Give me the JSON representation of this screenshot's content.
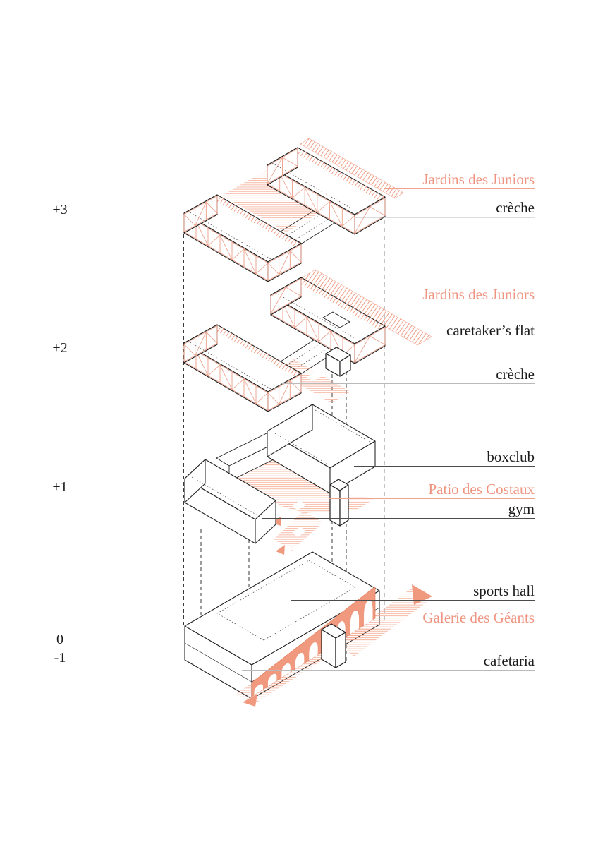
{
  "levels": [
    {
      "label": "+3"
    },
    {
      "label": "+2"
    },
    {
      "label": "+1"
    },
    {
      "label": "0"
    },
    {
      "label": "-1"
    }
  ],
  "annotations": [
    {
      "text": "Jardins des Juniors",
      "accent": true
    },
    {
      "text": "crèche",
      "accent": false
    },
    {
      "text": "Jardins des Juniors",
      "accent": true
    },
    {
      "text": "caretaker’s flat",
      "accent": false
    },
    {
      "text": "crèche",
      "accent": false
    },
    {
      "text": "boxclub",
      "accent": false
    },
    {
      "text": "Patio des Costaux",
      "accent": true
    },
    {
      "text": "gym",
      "accent": false
    },
    {
      "text": "sports hall",
      "accent": false
    },
    {
      "text": "Galerie des Géants",
      "accent": true
    },
    {
      "text": "cafetaria",
      "accent": false
    }
  ],
  "colors": {
    "ink": "#1f1f1f",
    "accent_text": "#ef9480",
    "accent_line": "#f2a38e",
    "accent_solid": "#f0997f",
    "accent_hatch": "#f4a78f",
    "truss": "#ec9d87",
    "leader_gray": "#b9b9b9",
    "leader_dark": "#4b4b4b",
    "projection_gray": "#9c9c9c"
  }
}
